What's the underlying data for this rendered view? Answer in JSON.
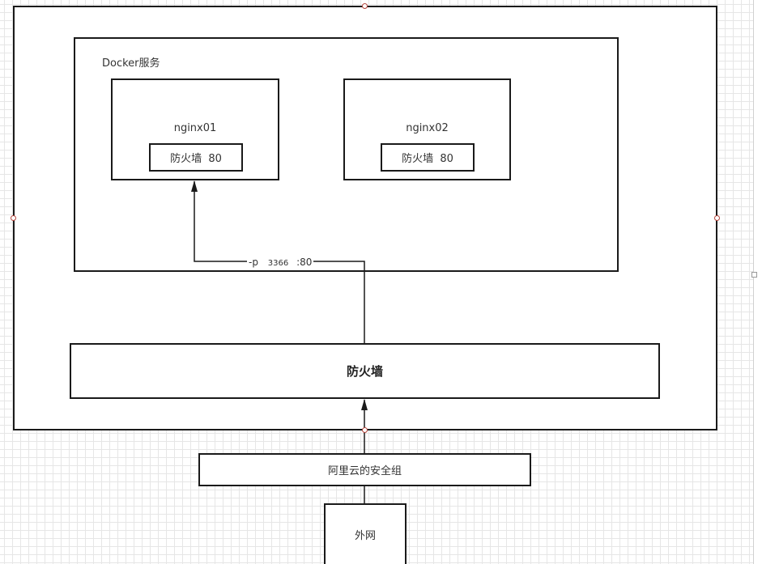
{
  "docker_group": {
    "label": "Docker服务"
  },
  "nginx01": {
    "label": "nginx01",
    "firewall_label": "防火墙  80"
  },
  "nginx02": {
    "label": "nginx02",
    "firewall_label": "防火墙  80"
  },
  "port_mapping": {
    "prefix": "-p",
    "host_port": "3366",
    "container_port": ":80"
  },
  "host_firewall": {
    "label": "防火墙"
  },
  "security_group": {
    "label": "阿里云的安全组"
  },
  "internet": {
    "label": "外网"
  }
}
